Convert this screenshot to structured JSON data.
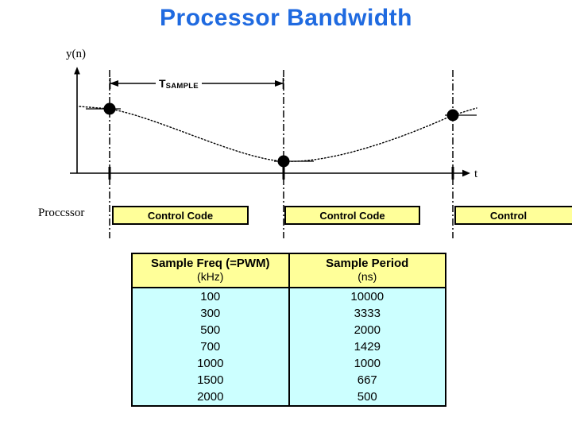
{
  "slide": {
    "title": "Processor Bandwidth",
    "title_color": "#1f6ae0",
    "background": "#ffffff"
  },
  "chart_data": {
    "type": "line",
    "title": "",
    "xlabel": "t",
    "ylabel": "y(n)",
    "grid": false,
    "legend": null,
    "annotation": {
      "label_main": "T",
      "label_subscript": "SAMPLE",
      "label_full": "TSAMPLE",
      "description": "double-headed arrow spanning one sample interval",
      "from_x": 138,
      "to_x": 357
    },
    "series": [
      {
        "name": "y(n)",
        "style": "dotted-curve-with-sample-dots",
        "points": [
          {
            "x": 138,
            "y": 137,
            "sample_index": 0
          },
          {
            "x": 357,
            "y": 203,
            "sample_index": 1
          },
          {
            "x": 570,
            "y": 145,
            "sample_index": 2
          }
        ]
      }
    ],
    "sample_markers_x": [
      138,
      357,
      570
    ],
    "axis_origin": {
      "x": 97,
      "y": 218
    },
    "x_axis_end": 592,
    "y_axis_top": 88
  },
  "processor_row": {
    "label": "Proccssor",
    "boxes": [
      {
        "text": "Control Code",
        "clipped": false
      },
      {
        "text": "Control Code",
        "clipped": false
      },
      {
        "text": "Control",
        "clipped": true
      }
    ],
    "box_fill": "#ffff99"
  },
  "table": {
    "header_fill": "#ffff99",
    "body_fill": "#ccffff",
    "columns": [
      {
        "title": "Sample Freq (=PWM)",
        "unit": "(kHz)"
      },
      {
        "title": "Sample Period",
        "unit": "(ns)"
      }
    ],
    "rows": [
      {
        "freq": "100",
        "period": "10000"
      },
      {
        "freq": "300",
        "period": "3333"
      },
      {
        "freq": "500",
        "period": "2000"
      },
      {
        "freq": "700",
        "period": "1429"
      },
      {
        "freq": "1000",
        "period": "1000"
      },
      {
        "freq": "1500",
        "period": "667"
      },
      {
        "freq": "2000",
        "period": "500"
      }
    ]
  }
}
